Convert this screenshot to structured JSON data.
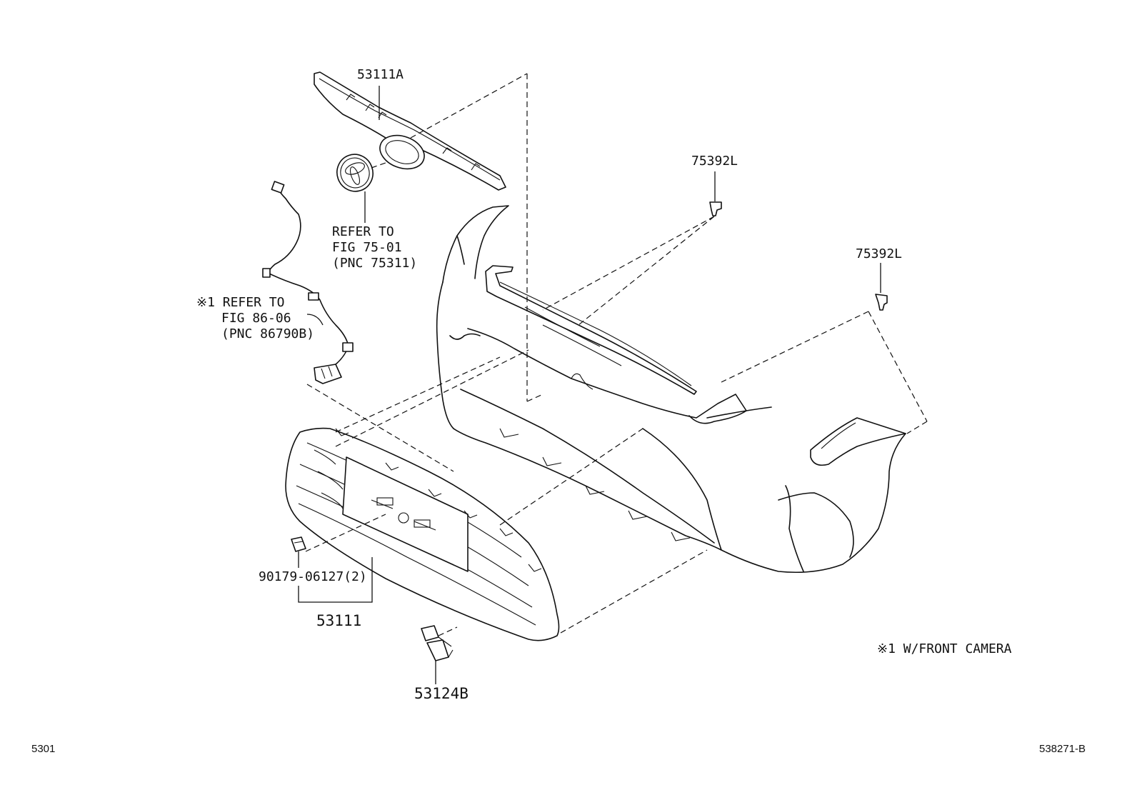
{
  "labels": {
    "upper_molding": "53111A",
    "emblem_ref_line1": "REFER TO",
    "emblem_ref_line2": "FIG 75-01",
    "emblem_ref_line3": "(PNC 75311)",
    "camera_ref_line1": "※1 REFER TO",
    "camera_ref_line2": "FIG 86-06",
    "camera_ref_line3": "(PNC 86790B)",
    "clip_top": "75392L",
    "clip_right": "75392L",
    "nut": "90179-06127(2)",
    "grille": "53111",
    "bracket": "53124B",
    "footnote": "※1 W/FRONT CAMERA",
    "page_code": "5301",
    "illustration_code": "538271-B"
  }
}
